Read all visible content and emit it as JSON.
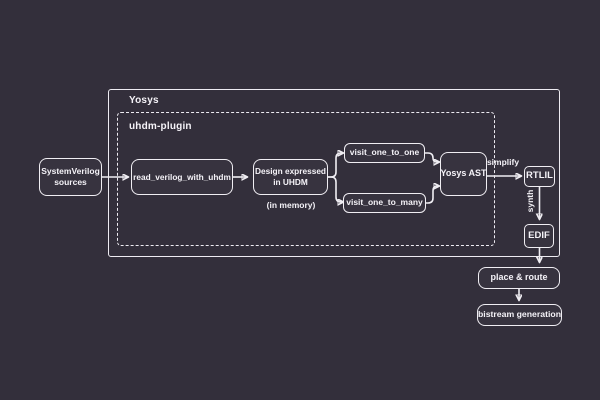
{
  "colors": {
    "background": "#332f3b",
    "line": "#f0eef3",
    "text": "#f5f3f8"
  },
  "containers": {
    "yosys": {
      "label": "Yosys"
    },
    "uhdm_plugin": {
      "label": "uhdm-plugin"
    }
  },
  "nodes": {
    "systemverilog_sources": {
      "lines": [
        "SystemVerilog",
        "sources"
      ]
    },
    "read_verilog_with_uhdm": {
      "label": "read_verilog_with_uhdm"
    },
    "design_expressed": {
      "lines": [
        "Design expressed",
        "in UHDM"
      ],
      "note": "(in memory)"
    },
    "visit_one_to_one": {
      "label": "visit_one_to_one"
    },
    "visit_one_to_many": {
      "label": "visit_one_to_many"
    },
    "yosys_ast": {
      "label": "Yosys AST"
    },
    "rtlil": {
      "label": "RTLIL"
    },
    "edif": {
      "label": "EDIF"
    },
    "place_and_route": {
      "label": "place & route"
    },
    "bistream_generation": {
      "label": "bistream generation"
    }
  },
  "edge_labels": {
    "simplify": "simplify",
    "synth": "synth"
  }
}
